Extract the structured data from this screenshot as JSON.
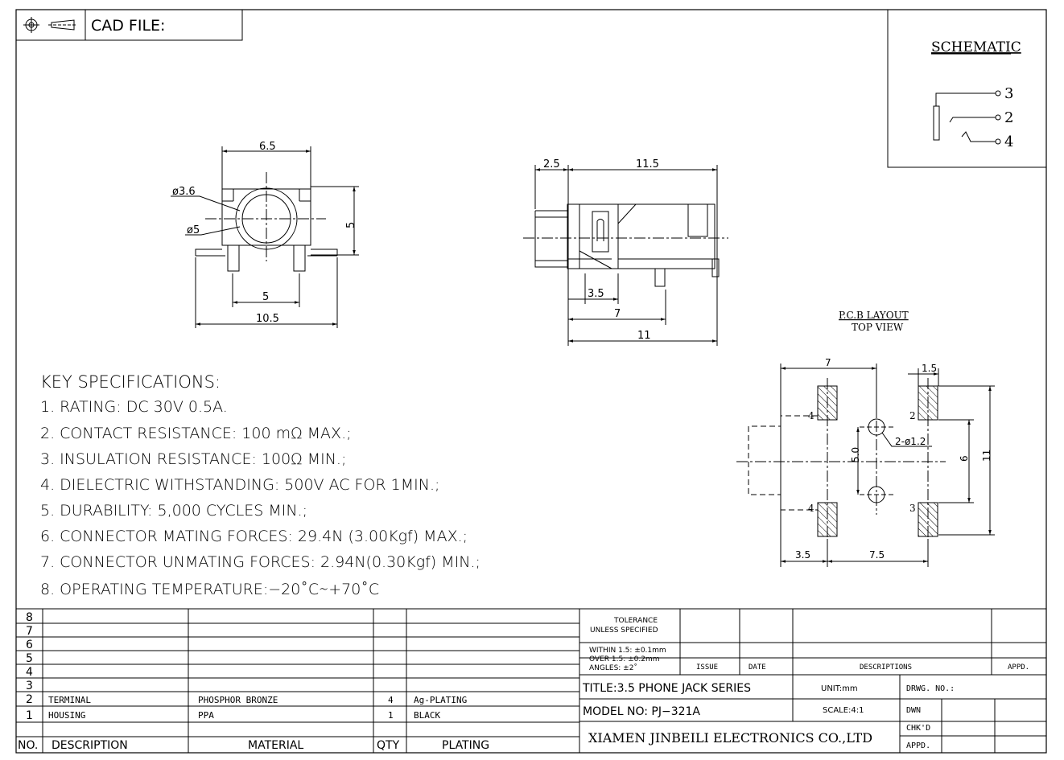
{
  "title_block": {
    "cad_file_label": "CAD FILE:"
  },
  "schematic": {
    "title": "SCHEMATIC",
    "pins": [
      "3",
      "2",
      "4"
    ]
  },
  "front_view": {
    "dim_top": "6.5",
    "dim_height": "5",
    "dim_inner_dia": "ø3.6",
    "dim_outer_dia": "ø5",
    "dim_pin_spacing": "5",
    "dim_width": "10.5"
  },
  "side_view": {
    "dim_front": "2.5",
    "dim_body": "11.5",
    "dim_pin1": "3.5",
    "dim_pin2": "7",
    "dim_total": "11"
  },
  "pcb_layout": {
    "title": "P.C.B LAYOUT",
    "subtitle": "TOP VIEW",
    "dim_7": "7",
    "dim_1_5": "1.5",
    "hole_label": "2-ø1.2",
    "dim_5_0": "5.0",
    "dim_6": "6",
    "dim_11": "11",
    "dim_3_5": "3.5",
    "dim_7_5": "7.5",
    "pad_labels": [
      "4",
      "2",
      "4",
      "3"
    ]
  },
  "key_specifications": {
    "heading": "KEY SPECIFICATIONS:",
    "items": [
      "1. RATING: DC 30V 0.5A.",
      "2. CONTACT RESISTANCE: 100 mΩ MAX.;",
      "3. INSULATION RESISTANCE: 100Ω MIN.;",
      "4. DIELECTRIC WITHSTANDING: 500V AC FOR 1MIN.;",
      "5. DURABILITY: 5,000 CYCLES MIN.;",
      "6. CONNECTOR MATING FORCES: 29.4N (3.00Kgf) MAX.;",
      "7. CONNECTOR UNMATING FORCES: 2.94N(0.30Kgf) MIN.;",
      "8. OPERATING TEMPERATURE:−20˚C∼+70˚C"
    ]
  },
  "bom": {
    "row_numbers": [
      "8",
      "7",
      "6",
      "5",
      "4",
      "3",
      "2",
      "1"
    ],
    "rows": [
      {
        "no": "2",
        "description": "TERMINAL",
        "material": "PHOSPHOR BRONZE",
        "qty": "4",
        "plating": "Ag-PLATING"
      },
      {
        "no": "1",
        "description": "HOUSING",
        "material": "PPA",
        "qty": "1",
        "plating": "BLACK"
      }
    ],
    "headers": {
      "no": "NO.",
      "description": "DESCRIPTION",
      "material": "MATERIAL",
      "qty": "QTY",
      "plating": "PLATING"
    }
  },
  "revision": {
    "tolerance_l1": "TOLERANCE",
    "tolerance_l2": "UNLESS SPECIFIED",
    "within": "WITHIN 1.5: ±0.1mm",
    "over": "OVER 1.5:  ±0.2mm",
    "angles": "ANGLES: ±2˚",
    "issue": "ISSUE",
    "date": "DATE",
    "descriptions": "DESCRIPTIONS",
    "appd": "APPD."
  },
  "title_info": {
    "title": "TITLE:3.5 PHONE JACK SERIES",
    "unit": "UNIT:mm",
    "drwg_no": "DRWG. NO.:",
    "model": "MODEL NO: PJ−321A",
    "scale": "SCALE:4:1",
    "dwn": "DWN",
    "chkd": "CHK'D",
    "appd": "APPD.",
    "company": "XIAMEN JINBEILI ELECTRONICS CO.,LTD"
  }
}
